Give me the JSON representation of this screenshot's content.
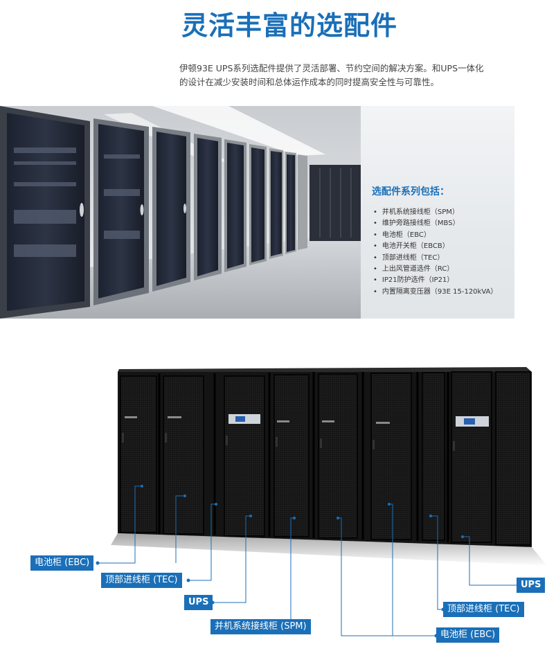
{
  "header": {
    "title": "灵活丰富的选配件",
    "intro_line1": "伊顿93E  UPS系列选配件提供了灵活部署、节约空间的解决方案。和UPS一体化",
    "intro_line2": "的设计在减少安装时间和总体运作成本的同时提高安全性与可靠性。"
  },
  "options_panel": {
    "heading": "选配件系列包括：",
    "items": [
      "并机系统接线柜（SPM）",
      "维护旁路接线柜（MBS）",
      "电池柜（EBC）",
      "电池开关柜（EBCB）",
      "顶部进线柜（TEC）",
      "上出风管道选件（RC）",
      "IP21防护选件（IP21）",
      "内置隔离变压器（93E 15-120kVA）"
    ]
  },
  "callouts": {
    "ebc_left": "电池柜 (EBC)",
    "tec_left": "顶部进线柜 (TEC)",
    "ups_left": "UPS",
    "spm": "并机系统接线柜 (SPM)",
    "ebc_right": "电池柜 (EBC)",
    "tec_right": "顶部进线柜 (TEC)",
    "ups_right": "UPS"
  },
  "colors": {
    "accent_blue": "#1a6fb8",
    "cabinet_black": "#141414"
  }
}
